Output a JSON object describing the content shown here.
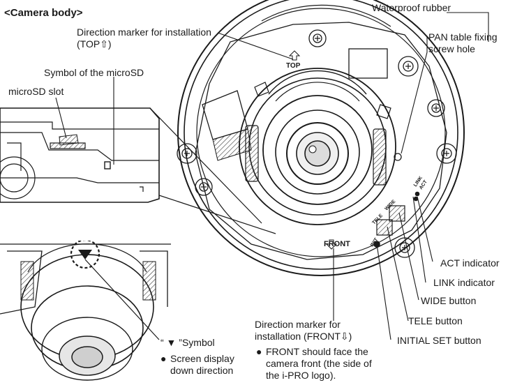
{
  "title": "<Camera body>",
  "labels": {
    "direction_top": [
      "Direction marker for installation",
      "(TOP⇧)"
    ],
    "waterproof_rubber": "Waterproof rubber",
    "pan_table": [
      "PAN table fixing",
      "screw hole"
    ],
    "symbol_microsd": "Symbol of the microSD",
    "microsd_slot": "microSD slot",
    "act_indicator": "ACT indicator",
    "link_indicator": "LINK indicator",
    "wide_button": "WIDE button",
    "tele_button": "TELE button",
    "initial_set_button": "INITIAL SET button",
    "direction_front": [
      "Direction marker for",
      "installation (FRONT⇩)"
    ],
    "front_note": [
      "FRONT should face the",
      "camera front (the side of",
      "the i-PRO logo)."
    ],
    "symbol_down": "“ ▼ ”Symbol",
    "screen_display": [
      "Screen display",
      "down direction"
    ]
  },
  "markings": {
    "top": "TOP",
    "front": "FRONT",
    "link": "LINK",
    "act": "ACT",
    "wide": "WIDE",
    "tele": "TELE",
    "init": "INIT"
  },
  "bullet": "●"
}
